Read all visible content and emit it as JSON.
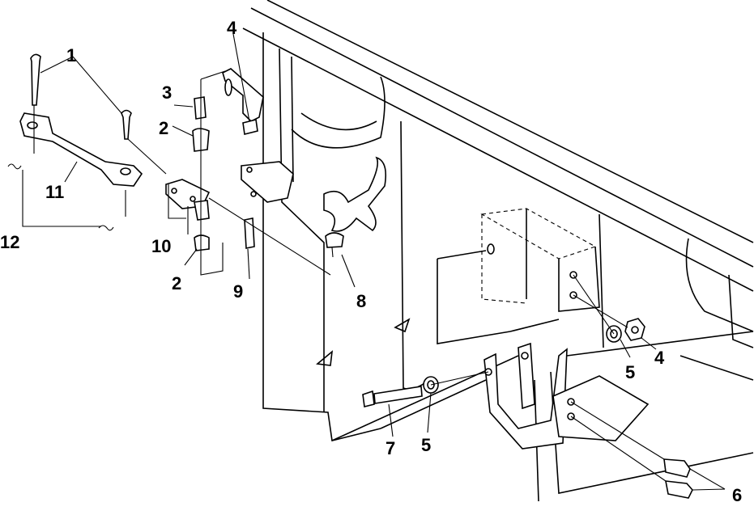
{
  "callouts": {
    "c1": "1",
    "c2a": "2",
    "c2b": "2",
    "c3": "3",
    "c4a": "4",
    "c4b": "4",
    "c5a": "5",
    "c5b": "5",
    "c6": "6",
    "c7": "7",
    "c8": "8",
    "c9": "9",
    "c10": "10",
    "c11": "11",
    "c12": "12"
  }
}
